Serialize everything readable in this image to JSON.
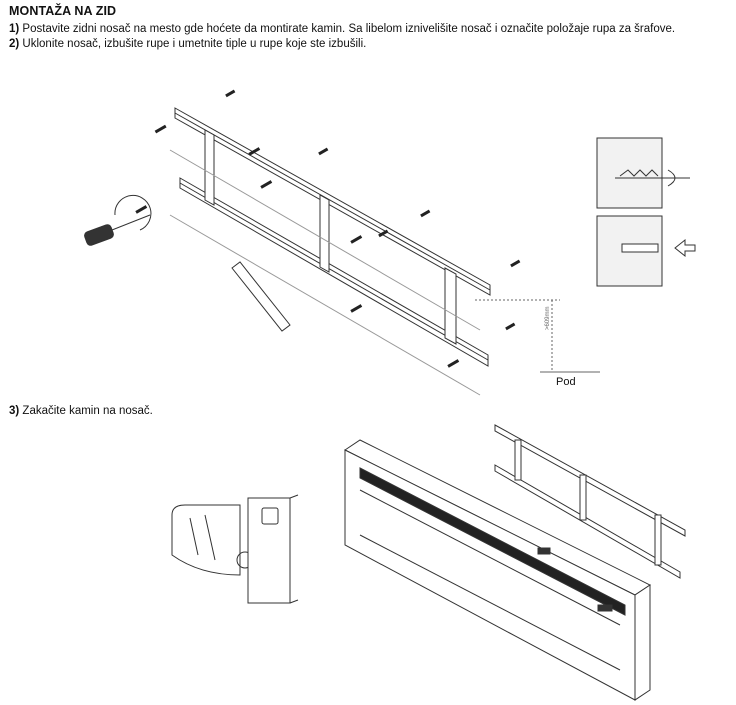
{
  "document": {
    "title": "MONTAŽA NA ZID",
    "steps": [
      {
        "num": "1)",
        "text": " Postavite zidni nosač na mesto gde hoćete da montirate kamin. Sa libelom iznivelišite nosač i označite položaje rupa za šrafove."
      },
      {
        "num": "2)",
        "text": " Uklonite nosač, izbušite rupe i umetnite tiple u rupe koje ste izbušili."
      },
      {
        "num": "3)",
        "text": " Zakačite kamin na nosač."
      }
    ],
    "figure1": {
      "floor_label": "Pod",
      "dimension_label": ">609mm"
    }
  }
}
